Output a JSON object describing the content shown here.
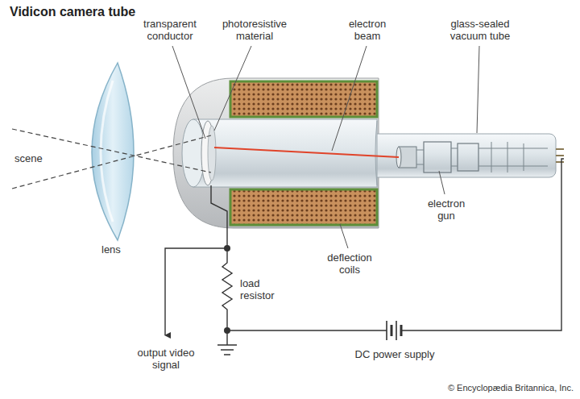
{
  "diagram": {
    "title": "Vidicon camera tube",
    "labels": [
      "transparent conductor",
      "photoresistive material",
      "electron beam",
      "glass-sealed vacuum tube",
      "scene",
      "lens",
      "electron gun",
      "deflection coils",
      "load resistor",
      "output video signal",
      "DC power supply",
      "© Encyclopædia Britannica, Inc."
    ]
  }
}
